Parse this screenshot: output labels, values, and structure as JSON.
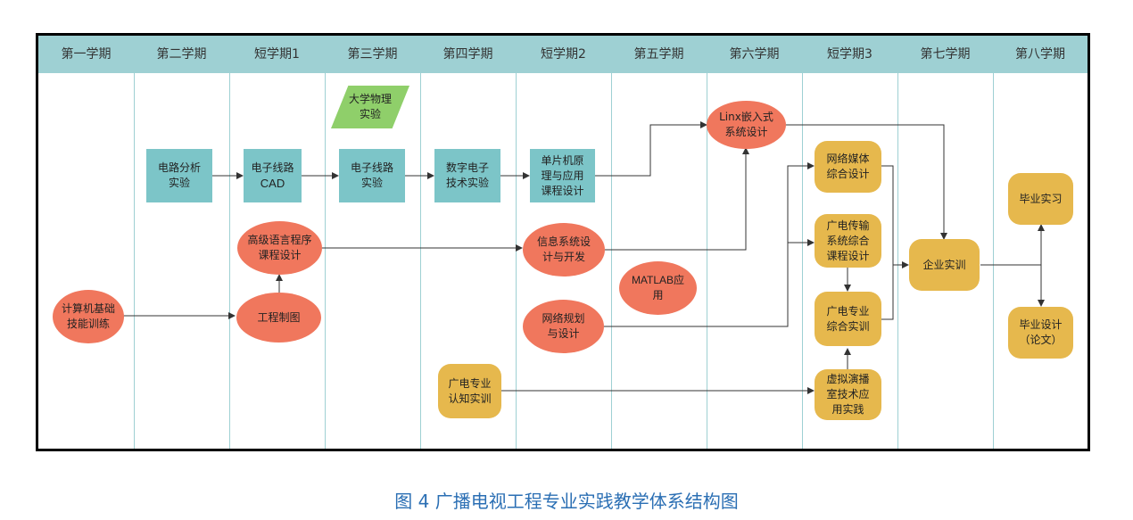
{
  "columns": [
    "第一学期",
    "第二学期",
    "短学期1",
    "第三学期",
    "第四学期",
    "短学期2",
    "第五学期",
    "第六学期",
    "短学期3",
    "第七学期",
    "第八学期"
  ],
  "nodes": {
    "jisuanji": "计算机基础\n技能训练",
    "dianlu_fenxi": "电路分析\n实验",
    "dianzi_xianlu_cad_line1": "电子线路",
    "dianzi_xianlu_cad_line2": "CAD",
    "gaoji_yuyan": "高级语言程序\n课程设计",
    "gongcheng_zhitu": "工程制图",
    "daxue_wuli": "大学物理\n实验",
    "dianzi_xianlu_shiyan": "电子线路\n实验",
    "shuzi_dianzi": "数字电子\n技术实验",
    "guangdian_renzhi": "广电专业\n认知实训",
    "danpianji": "单片机原\n理与应用\n课程设计",
    "xinxi_xitong": "信息系统设\n计与开发",
    "wangluo_guihua": "网络规划\n与设计",
    "matlab": "MATLAB应\n用",
    "linux": "Linx嵌入式\n系统设计",
    "wangluo_meiti": "网络媒体\n综合设计",
    "guangdian_chuanshu": "广电传输\n系统综合\n课程设计",
    "guangdian_zonghe": "广电专业\n综合实训",
    "xuni_yanbo": "虚拟演播\n室技术应\n用实践",
    "qiye_shixun": "企业实训",
    "biye_shixi": "毕业实习",
    "biye_sheji": "毕业设计\n（论文）"
  },
  "caption": "图 4 广播电视工程专业实践教学体系结构图",
  "colors": {
    "header": "#9ed0d3",
    "teal": "#7cc5c8",
    "red": "#f0775d",
    "gold": "#e6b84d",
    "green": "#8fcf6a",
    "caption": "#2b6fb4"
  }
}
